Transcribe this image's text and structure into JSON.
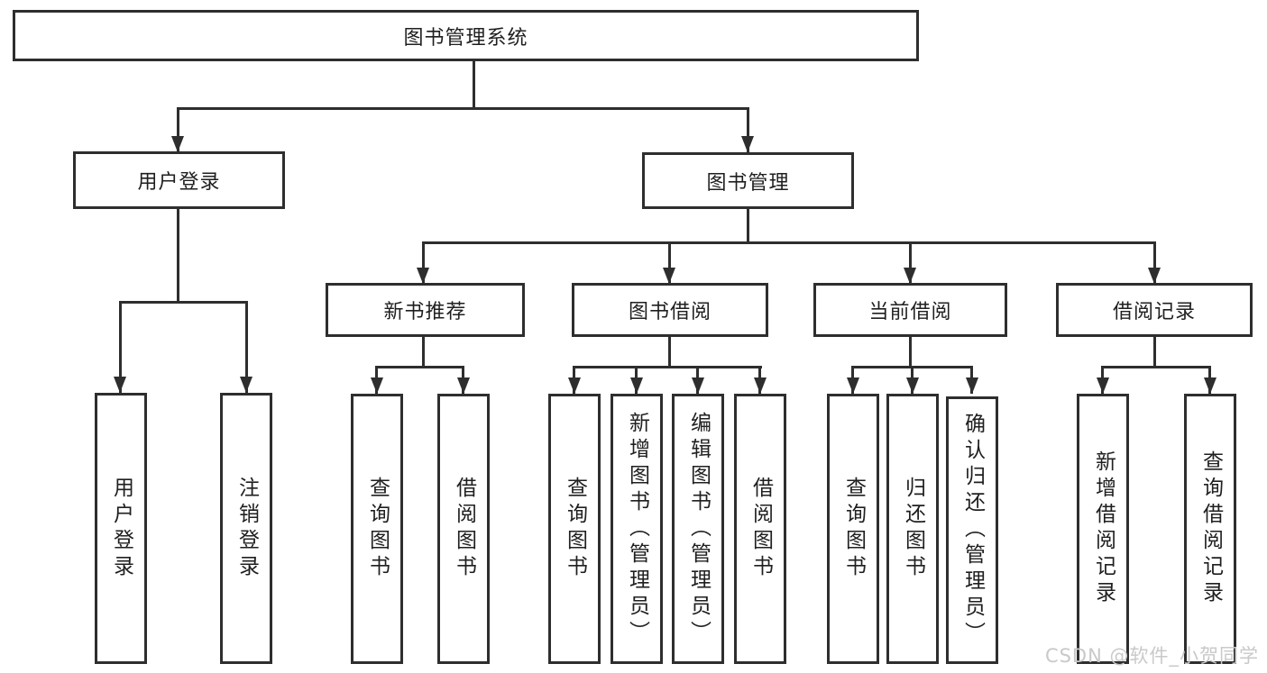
{
  "colors": {
    "line": "#2e2e2e",
    "text": "#1f1f1f",
    "box-bg": "#ffffff",
    "watermark": "#c9c9c9"
  },
  "diagram": {
    "root": {
      "label": "图书管理系统"
    },
    "branches": [
      {
        "label": "用户登录",
        "children": [
          {
            "label": "用户登录"
          },
          {
            "label": "注销登录"
          }
        ]
      },
      {
        "label": "图书管理",
        "children": [
          {
            "label": "新书推荐",
            "children": [
              {
                "label": "查询图书"
              },
              {
                "label": "借阅图书"
              }
            ]
          },
          {
            "label": "图书借阅",
            "children": [
              {
                "label": "查询图书"
              },
              {
                "label": "新增图书（管理员）"
              },
              {
                "label": "编辑图书（管理员）"
              },
              {
                "label": "借阅图书"
              }
            ]
          },
          {
            "label": "当前借阅",
            "children": [
              {
                "label": "查询图书"
              },
              {
                "label": "归还图书"
              },
              {
                "label": "确认归还（管理员）"
              }
            ]
          },
          {
            "label": "借阅记录",
            "children": [
              {
                "label": "新增借阅记录"
              },
              {
                "label": "查询借阅记录"
              }
            ]
          }
        ]
      }
    ]
  },
  "watermark": {
    "text": "CSDN @软件_小贺同学"
  }
}
